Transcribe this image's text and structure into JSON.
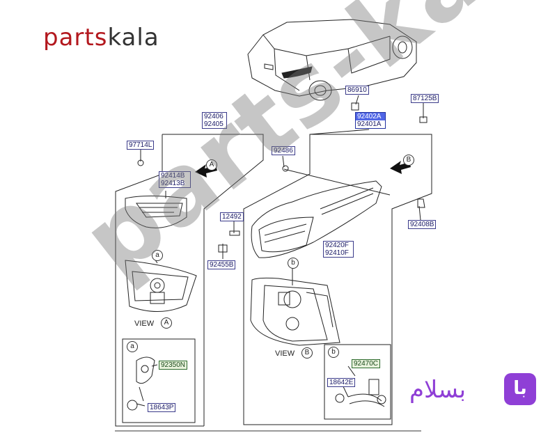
{
  "brand": {
    "part1": "parts",
    "part2": "kala"
  },
  "watermark": "parts-kala.ir",
  "basalam": {
    "icon": "با",
    "text": "بسلام"
  },
  "labels": {
    "l86910": "86910",
    "l87125B": "87125B",
    "l92402A": "92402A",
    "l92401A": "92401A",
    "l92406": "92406",
    "l92405": "92405",
    "l97714L": "97714L",
    "l92486": "92486",
    "l92414B": "92414B",
    "l92413B": "92413B",
    "l92408B": "92408B",
    "l12492": "12492",
    "l92455B": "92455B",
    "l92420F": "92420F",
    "l92410F": "92410F",
    "l92350N": "92350N",
    "l18643P": "18643P",
    "l92470C": "92470C",
    "l18642E": "18642E"
  },
  "markers": {
    "a": "a",
    "b": "b",
    "A": "A",
    "B": "B"
  },
  "views": {
    "viewA": "VIEW",
    "viewB": "VIEW"
  }
}
